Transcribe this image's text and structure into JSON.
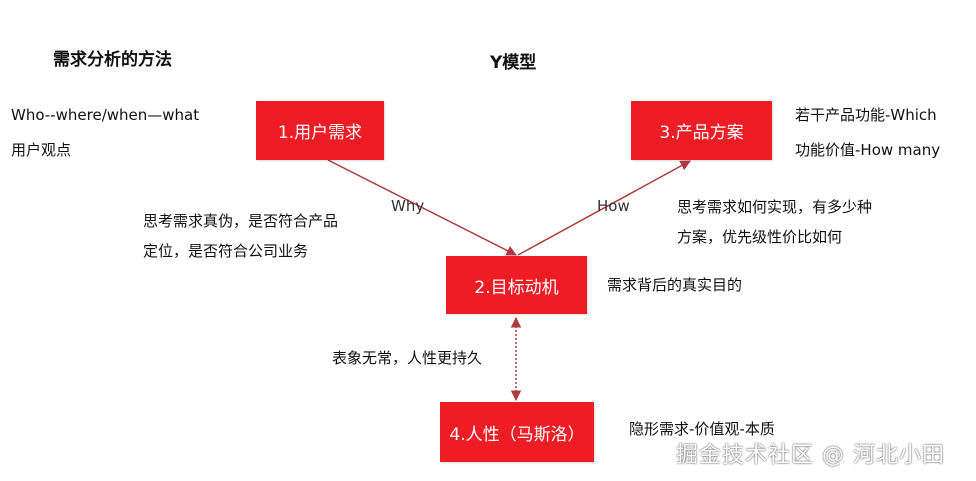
{
  "left_title": "需求分析的方法",
  "center_title": "Y模型",
  "left_note": [
    "Who--where/when—what",
    "用户观点"
  ],
  "nodes": {
    "user_needs": "1.用户需求",
    "goal_motive": "2.目标动机",
    "product_solution": "3.产品方案",
    "human_nature": "4.人性（马斯洛）"
  },
  "edge_labels": {
    "why": "Why",
    "how": "How"
  },
  "annotations": {
    "why_note": [
      "思考需求真伪，是否符合产品",
      "定位，是否符合公司业务"
    ],
    "how_note": [
      "思考需求如何实现，有多少种",
      "方案，优先级性价比如何"
    ],
    "product_note": [
      "若干产品功能-Which",
      "功能价值-How many"
    ],
    "motive_note": "需求背后的真实目的",
    "nature_left_note": "表象无常，人性更持久",
    "nature_right_note": "隐形需求-价值观-本质"
  },
  "watermark": "掘金技术社区 @ 河北小田",
  "colors": {
    "node_fill": "#ee1c25",
    "node_text": "#ffffff",
    "arrow": "#b03a3a"
  }
}
